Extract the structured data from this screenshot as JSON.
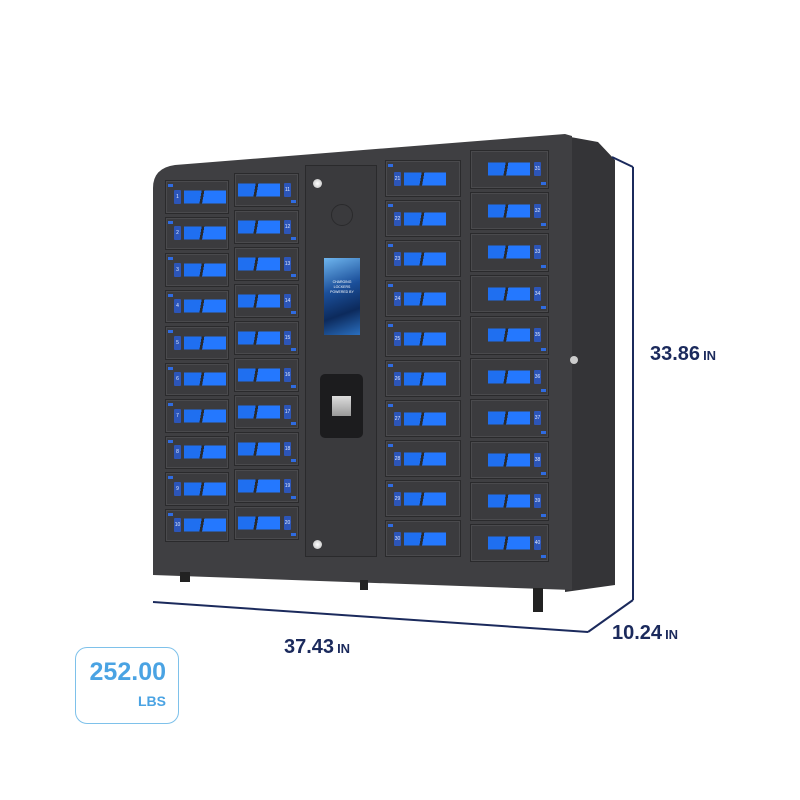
{
  "product": {
    "accent_color": "#2478ff",
    "body_color": "#3b3b3e",
    "screen_text": "CHARGING LOCKERS POWERED BY",
    "columns": [
      [
        "1",
        "2",
        "3",
        "4",
        "5",
        "6",
        "7",
        "8",
        "9",
        "10"
      ],
      [
        "11",
        "12",
        "13",
        "14",
        "15",
        "16",
        "17",
        "18",
        "19",
        "20"
      ],
      [
        "21",
        "22",
        "23",
        "24",
        "25",
        "26",
        "27",
        "28",
        "29",
        "30"
      ],
      [
        "31",
        "32",
        "33",
        "34",
        "35",
        "36",
        "37",
        "38",
        "39",
        "40"
      ]
    ]
  },
  "dimensions": {
    "height": {
      "value": "33.86",
      "unit": "IN"
    },
    "width": {
      "value": "37.43",
      "unit": "IN"
    },
    "depth": {
      "value": "10.24",
      "unit": "IN"
    }
  },
  "weight": {
    "value": "252.00",
    "unit": "LBS"
  },
  "colors": {
    "dimension_text": "#1b2a5c",
    "weight_text": "#4aa3e3",
    "weight_border": "#7ec1ea"
  }
}
